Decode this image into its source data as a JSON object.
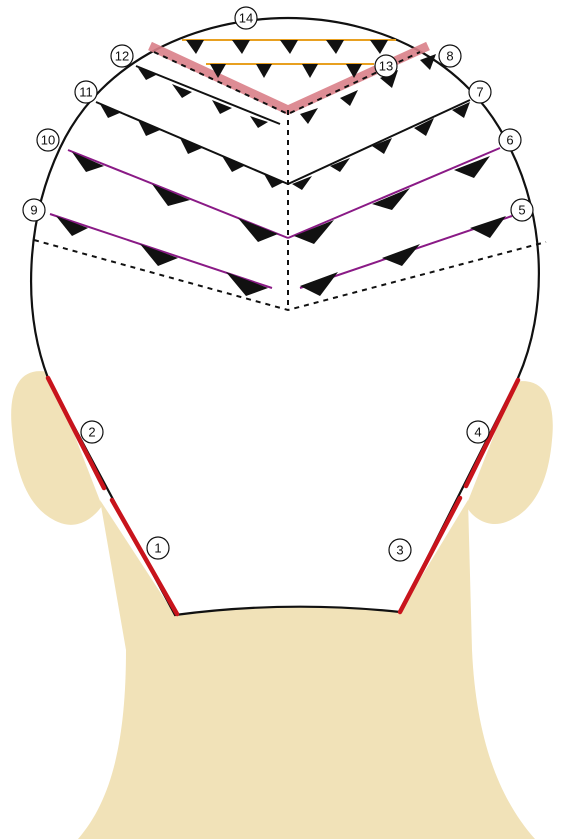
{
  "colors": {
    "skin": "#f1e2b8",
    "outline": "#111111",
    "section_purple": "#8a1a86",
    "section_orange": "#e8a020",
    "nape_red": "#c8141c",
    "crown_pink": "#d98088"
  },
  "labels": [
    "1",
    "2",
    "3",
    "4",
    "5",
    "6",
    "7",
    "8",
    "9",
    "10",
    "11",
    "12",
    "13",
    "14"
  ]
}
